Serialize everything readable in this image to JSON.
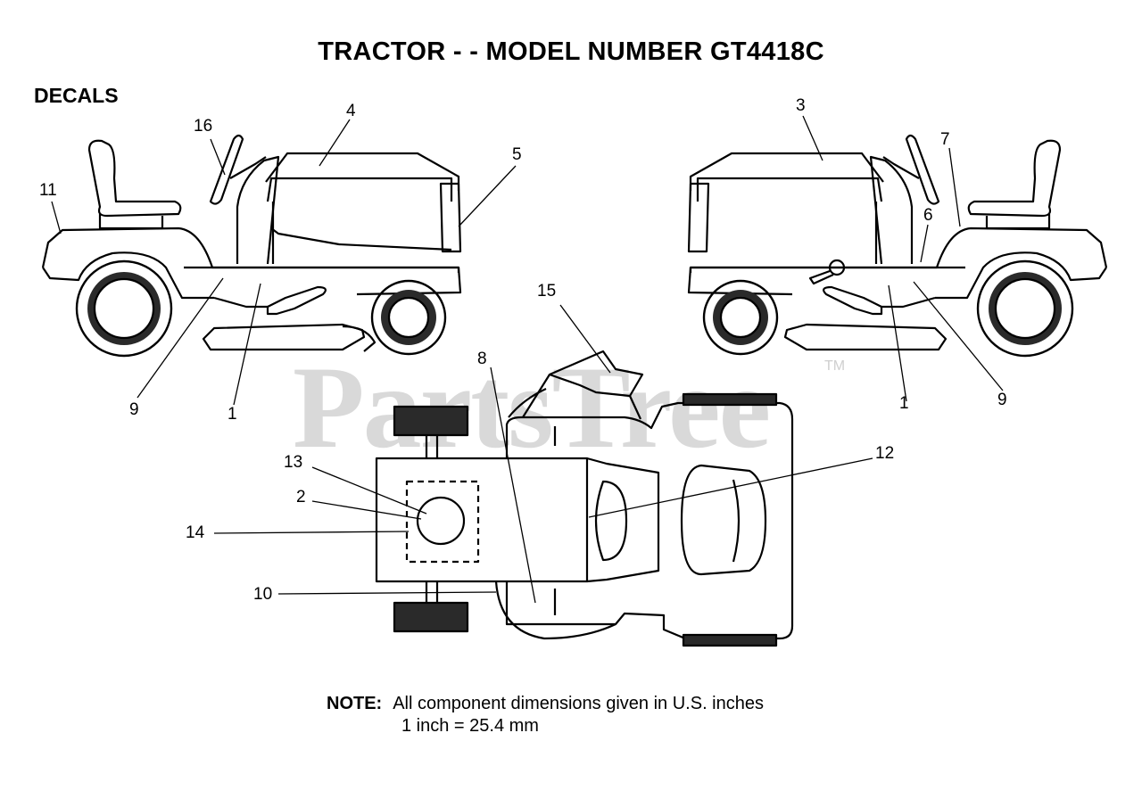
{
  "title": "TRACTOR - - MODEL NUMBER GT4418C",
  "section": "DECALS",
  "watermark": "PartsTree",
  "watermark_tm": "TM",
  "callouts": [
    "16",
    "4",
    "5",
    "11",
    "9",
    "1",
    "3",
    "7",
    "6",
    "1",
    "9",
    "15",
    "8",
    "12",
    "13",
    "2",
    "14",
    "10"
  ],
  "note": {
    "label": "NOTE:",
    "line1": "All component dimensions given in U.S. inches",
    "line2": "1 inch = 25.4 mm"
  }
}
